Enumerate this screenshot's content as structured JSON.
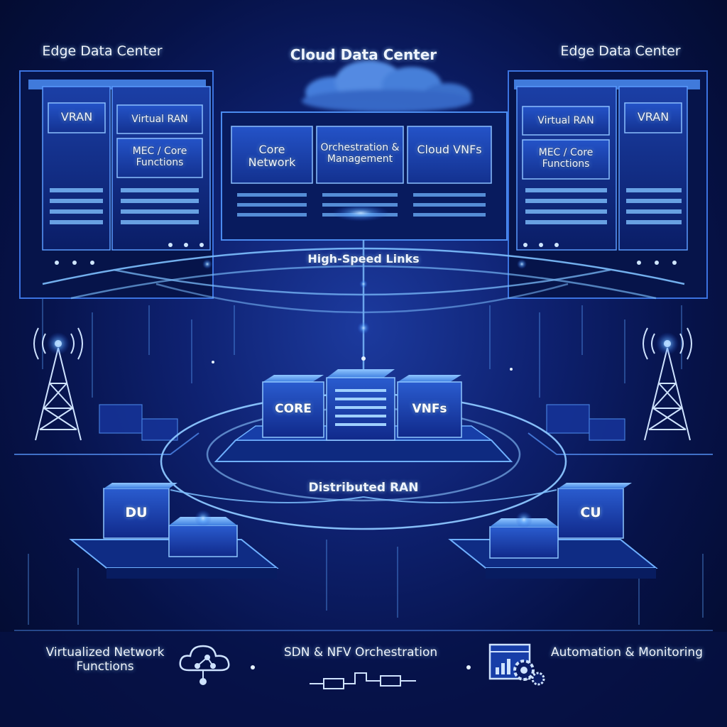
{
  "labels": {
    "edge_left_title": "Edge Data Center",
    "cloud_title": "Cloud Data Center",
    "edge_right_title": "Edge Data Center",
    "left_vran": "VRAN",
    "left_virtual_ran": "Virtual RAN",
    "left_mec_core": "MEC / Core Functions",
    "core_network": "Core Network",
    "orchestration_management": "Orchestration & Management",
    "cloud_vnfs": "Cloud VNFs",
    "right_virtual_ran": "Virtual RAN",
    "right_vran": "VRAN",
    "right_mec_core": "MEC / Core Functions",
    "high_speed_links": "High-Speed Links",
    "core_cube": "CORE",
    "vnfs_cube": "VNFs",
    "distributed_ran": "Distributed RAN",
    "du": "DU",
    "cu": "CU",
    "footer_vnf": "Virtualized Network Functions",
    "footer_sdn_nfv": "SDN & NFV Orchestration",
    "footer_automation": "Automation & Monitoring"
  },
  "icons": {
    "left_tower": "cell-tower-icon",
    "right_tower": "cell-tower-icon",
    "cloud": "cloud-network-icon",
    "flow": "flow-diagram-icon",
    "monitoring": "monitor-gear-icon",
    "clouds_top": "cloud-icon"
  },
  "colors": {
    "background": "#0a1a5e",
    "glow": "#6fb4ff",
    "panel": "#1a3fa8",
    "text": "#eef4ff"
  }
}
